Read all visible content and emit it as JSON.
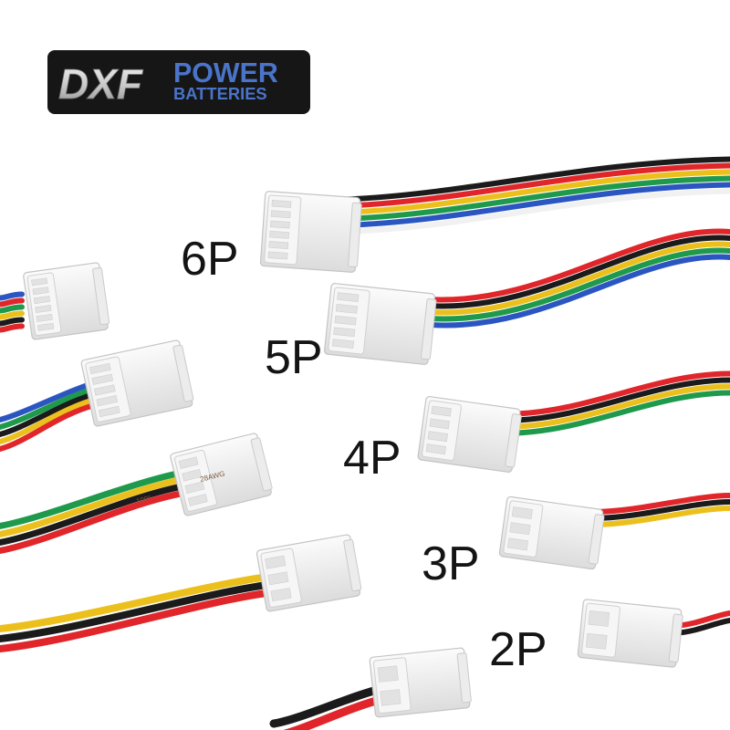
{
  "brand": {
    "mark": "DXF",
    "word_line_1": "POWER",
    "word_line_2": "BATTERIES",
    "accent_color": "#4a74c9",
    "plate_color": "#161616"
  },
  "pin_labels": [
    "6P",
    "5P",
    "4P",
    "3P",
    "2P"
  ],
  "wire_colors": {
    "red": "#e0262a",
    "black": "#1b1b1b",
    "yellow": "#ecc01c",
    "green": "#1f9a4c",
    "blue": "#2b56c2",
    "white": "#f1f1f1"
  },
  "connectors": [
    {
      "name": "connector-6p",
      "wires": [
        "black",
        "red",
        "yellow",
        "green",
        "blue",
        "white"
      ]
    },
    {
      "name": "connector-5p",
      "wires": [
        "red",
        "black",
        "yellow",
        "green",
        "blue"
      ]
    },
    {
      "name": "connector-4p",
      "wires": [
        "red",
        "black",
        "yellow",
        "green"
      ]
    },
    {
      "name": "connector-3p",
      "wires": [
        "red",
        "black",
        "yellow"
      ]
    },
    {
      "name": "connector-2p",
      "wires": [
        "red",
        "black"
      ]
    }
  ],
  "wire_print": {
    "gauge": "28AWG",
    "rating": "100°"
  }
}
